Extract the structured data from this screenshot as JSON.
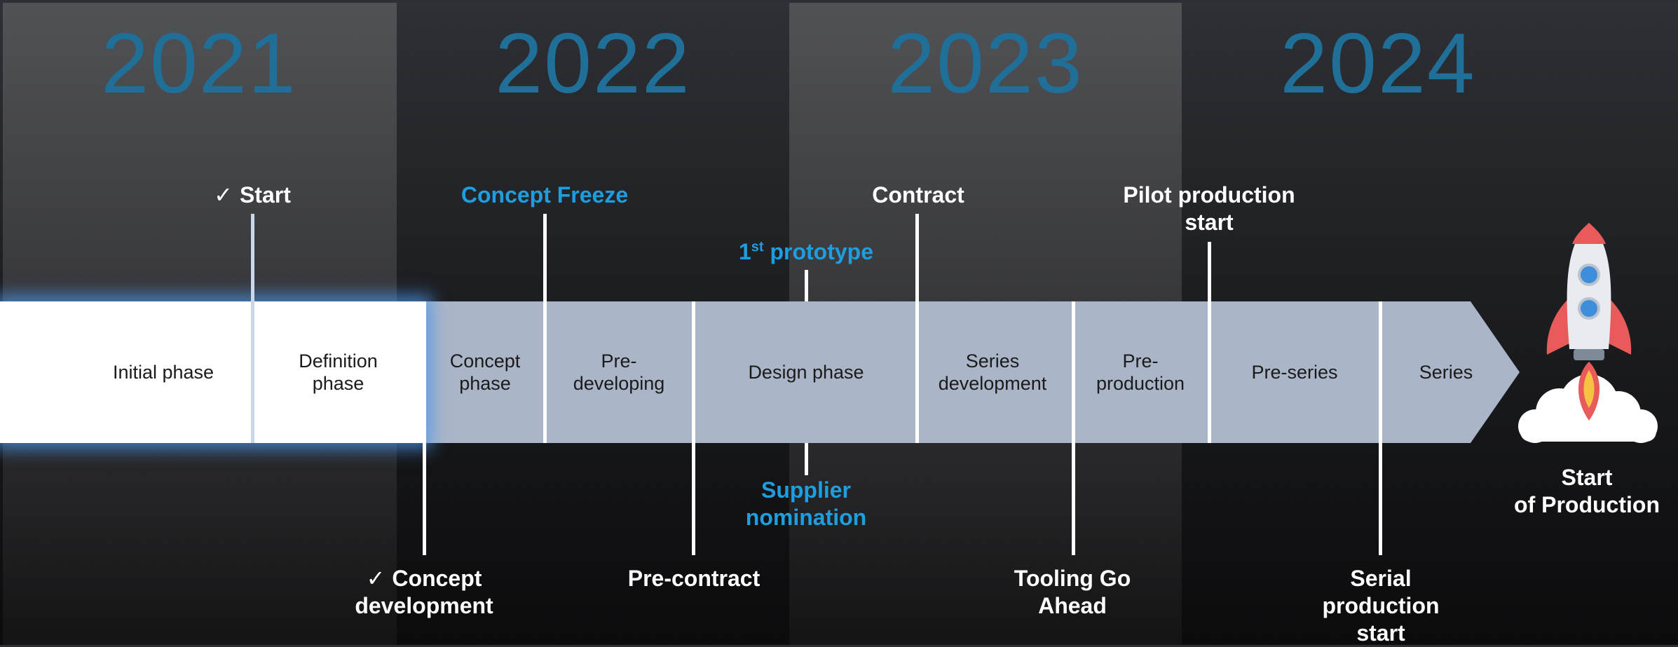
{
  "years": [
    "2021",
    "2022",
    "2023",
    "2024"
  ],
  "phases": [
    {
      "line1": "Initial phase",
      "line2": ""
    },
    {
      "line1": "Definition",
      "line2": "phase"
    },
    {
      "line1": "Concept",
      "line2": "phase"
    },
    {
      "line1": "Pre-",
      "line2": "developing"
    },
    {
      "line1": "Design phase",
      "line2": ""
    },
    {
      "line1": "Series",
      "line2": "development"
    },
    {
      "line1": "Pre-",
      "line2": "production"
    },
    {
      "line1": "Pre-series",
      "line2": ""
    },
    {
      "line1": "Series",
      "line2": ""
    }
  ],
  "top_milestones": {
    "start": {
      "check": "✓",
      "text": "Start"
    },
    "concept_freeze": "Concept Freeze",
    "first_prototype": {
      "number": "1",
      "suffix": "st",
      "text": "prototype"
    },
    "contract": "Contract",
    "pilot_production": {
      "line1": "Pilot production",
      "line2": "start"
    }
  },
  "bottom_milestones": {
    "concept_development": {
      "check": "✓",
      "line1": "Concept",
      "line2": "development"
    },
    "pre_contract": "Pre-contract",
    "supplier_nomination": {
      "line1": "Supplier",
      "line2": "nomination"
    },
    "tooling": {
      "line1": "Tooling Go",
      "line2": "Ahead"
    },
    "serial_production": {
      "line1": "Serial",
      "line2": "production",
      "line3": "start"
    }
  },
  "end_label": {
    "line1": "Start",
    "line2": "of Production"
  },
  "colors": {
    "year_text": "#1f6f98",
    "band": "#aab5c8",
    "highlight": "#ffffff",
    "milestone_blue": "#1e9ee0",
    "rocket_red": "#e95b5b"
  },
  "icons": {
    "rocket": "rocket-icon",
    "cloud": "cloud-icon"
  }
}
